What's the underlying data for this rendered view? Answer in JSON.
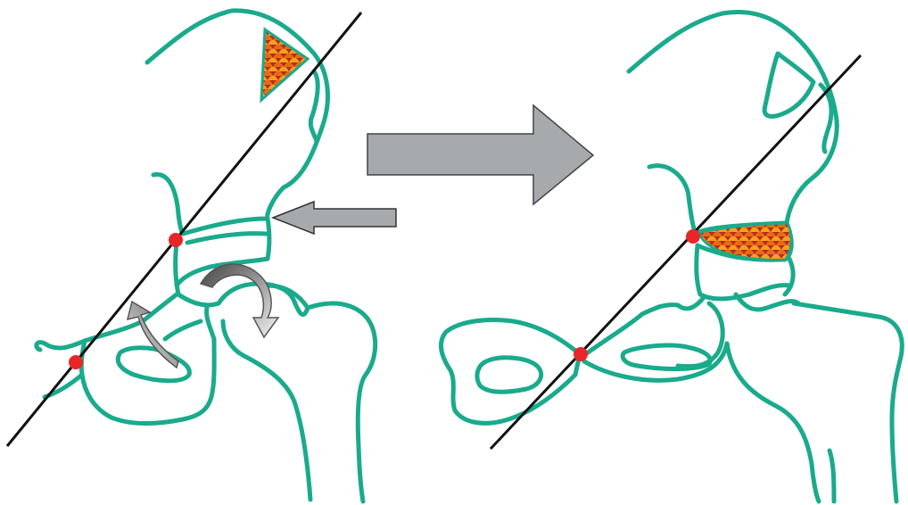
{
  "colors": {
    "bone_outline": "#1aaa8c",
    "axis_line": "#111111",
    "landmark_point": "#e8262a",
    "big_arrow": "#a7aaad",
    "graft_light": "#f6a21c",
    "graft_dark": "#b9281a",
    "curved_arrow_dark": "#444444",
    "curved_arrow_light": "#e8e8e8"
  },
  "icons": {
    "transition": "right-arrow-icon",
    "medial_push": "left-arrow-icon",
    "rotate_up": "curved-arrow-up-icon",
    "rotate_down": "curved-arrow-down-icon",
    "graft": "bone-graft-texture"
  },
  "panels": [
    {
      "state": "before",
      "landmarks": 2,
      "graft_shape": "triangle"
    },
    {
      "state": "after",
      "landmarks": 2,
      "graft_shape": "wedge"
    }
  ]
}
